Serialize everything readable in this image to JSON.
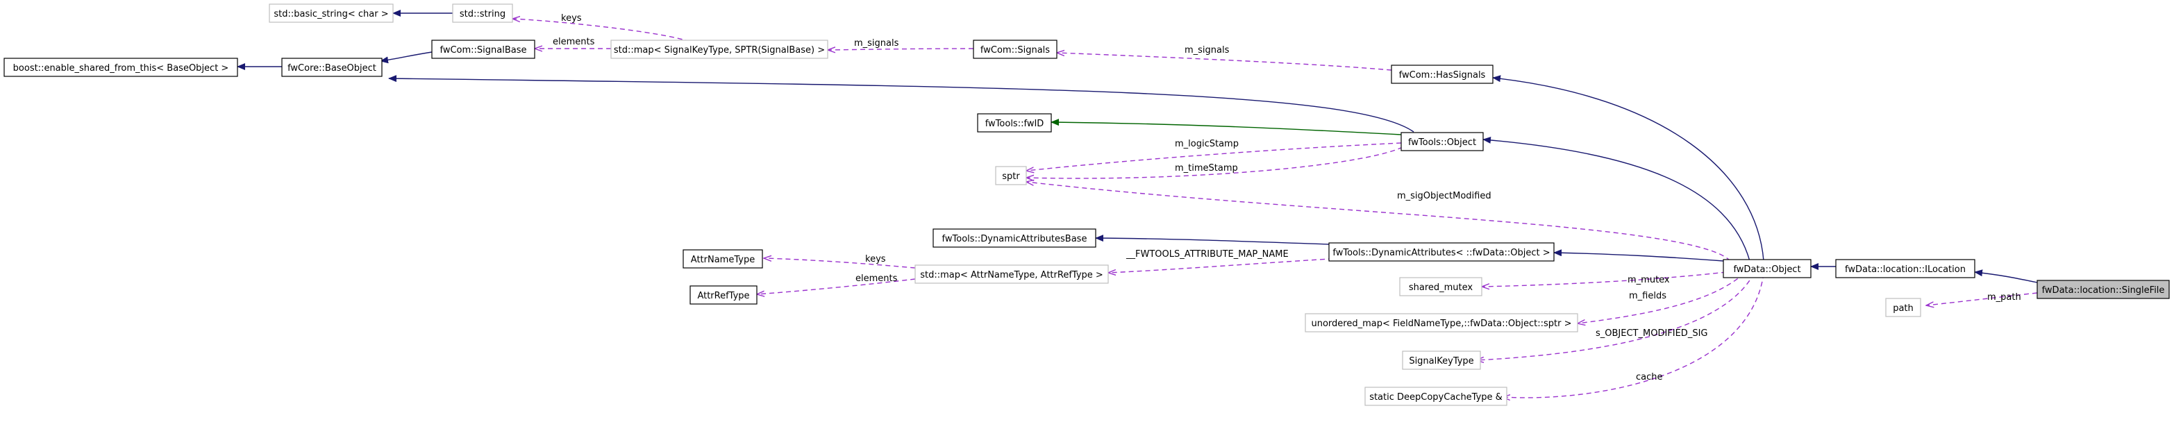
{
  "colors": {
    "inheritance_edge": "#191970",
    "green_edge": "#006400",
    "usage_edge": "#9a32cd",
    "external_border": "#bfbfbf",
    "focus_fill": "#bfbfbf"
  },
  "nodes": {
    "basic_string": "std::basic_string< char >",
    "std_string": "std::string",
    "enable_shared": "boost::enable_shared_from_this< BaseObject >",
    "base_object": "fwCore::BaseObject",
    "signal_base": "fwCom::SignalBase",
    "signal_map": "std::map< SignalKeyType, SPTR(SignalBase) >",
    "signals": "fwCom::Signals",
    "has_signals": "fwCom::HasSignals",
    "fwid": "fwTools::fwID",
    "tools_object": "fwTools::Object",
    "sptr": "sptr",
    "dyn_base": "fwTools::DynamicAttributesBase",
    "dyn_attrs": "fwTools::DynamicAttributes< ::fwData::Object >",
    "data_object": "fwData::Object",
    "ilocation": "fwData::location::ILocation",
    "single_file": "fwData::location::SingleFile",
    "path": "path",
    "attr_name_type": "AttrNameType",
    "attr_ref_type": "AttrRefType",
    "attr_map": "std::map< AttrNameType, AttrRefType >",
    "shared_mutex": "shared_mutex",
    "unordered_map": "unordered_map< FieldNameType,::fwData::Object::sptr >",
    "signal_key_type": "SignalKeyType",
    "deep_copy_cache": "static DeepCopyCacheType &"
  },
  "edge_labels": {
    "keys_top": "keys",
    "elements_top": "elements",
    "m_signals_1": "m_signals",
    "m_signals_2": "m_signals",
    "m_logicStamp": "m_logicStamp",
    "m_timeStamp": "m_timeStamp",
    "m_sigObjectModified": "m_sigObjectModified",
    "fwtools_attr_map": "__FWTOOLS_ATTRIBUTE_MAP_NAME",
    "keys_bottom": "keys",
    "elements_bottom": "elements",
    "m_mutex": "m_mutex",
    "m_fields": "m_fields",
    "s_object_modified_sig": "s_OBJECT_MODIFIED_SIG",
    "cache": "cache",
    "m_path": "m_path"
  }
}
